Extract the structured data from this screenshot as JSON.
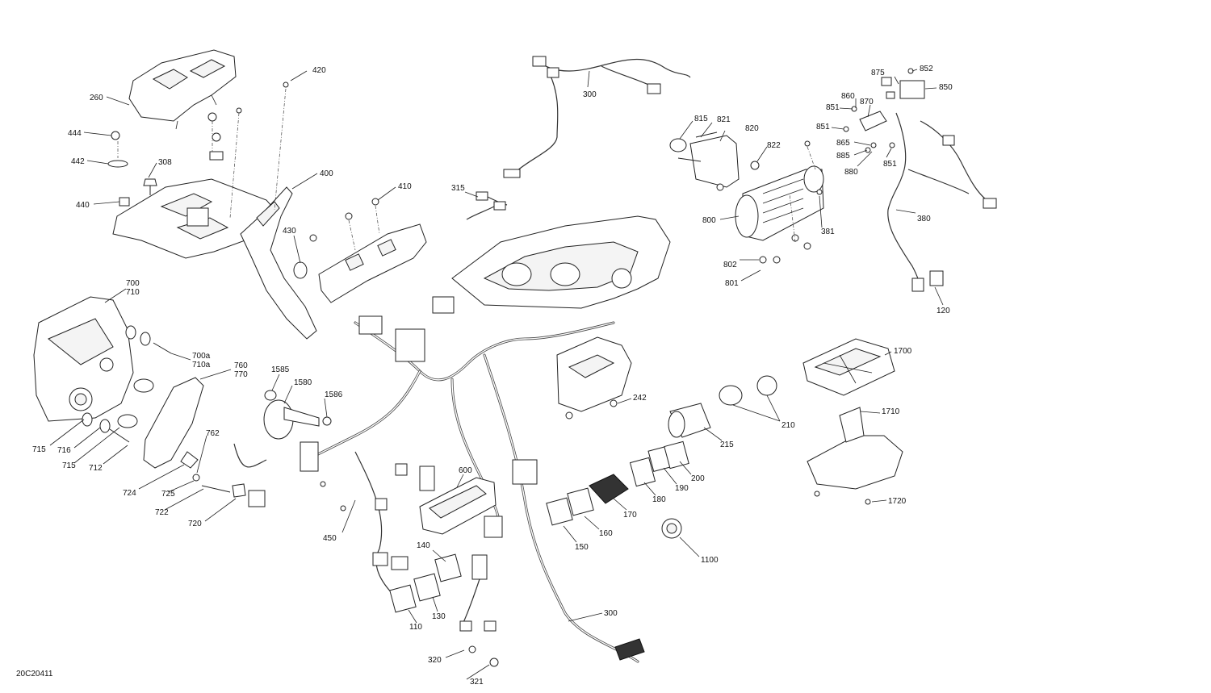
{
  "diagram_code": "20C20411",
  "callouts": [
    {
      "id": "260",
      "label": "260"
    },
    {
      "id": "420",
      "label": "420"
    },
    {
      "id": "444",
      "label": "444"
    },
    {
      "id": "442",
      "label": "442"
    },
    {
      "id": "308",
      "label": "308"
    },
    {
      "id": "400",
      "label": "400"
    },
    {
      "id": "440",
      "label": "440"
    },
    {
      "id": "430",
      "label": "430"
    },
    {
      "id": "410",
      "label": "410"
    },
    {
      "id": "300a",
      "label": "300"
    },
    {
      "id": "315",
      "label": "315"
    },
    {
      "id": "815",
      "label": "815"
    },
    {
      "id": "821",
      "label": "821"
    },
    {
      "id": "820",
      "label": "820"
    },
    {
      "id": "822",
      "label": "822"
    },
    {
      "id": "800",
      "label": "800"
    },
    {
      "id": "381",
      "label": "381"
    },
    {
      "id": "802",
      "label": "802"
    },
    {
      "id": "801",
      "label": "801"
    },
    {
      "id": "875",
      "label": "875"
    },
    {
      "id": "852",
      "label": "852"
    },
    {
      "id": "850",
      "label": "850"
    },
    {
      "id": "860",
      "label": "860"
    },
    {
      "id": "870",
      "label": "870"
    },
    {
      "id": "851a",
      "label": "851"
    },
    {
      "id": "851b",
      "label": "851"
    },
    {
      "id": "865",
      "label": "865"
    },
    {
      "id": "885",
      "label": "885"
    },
    {
      "id": "880",
      "label": "880"
    },
    {
      "id": "851c",
      "label": "851"
    },
    {
      "id": "380",
      "label": "380"
    },
    {
      "id": "120",
      "label": "120"
    },
    {
      "id": "700",
      "label": "700"
    },
    {
      "id": "710",
      "label": "710"
    },
    {
      "id": "700a",
      "label": "700a"
    },
    {
      "id": "710a",
      "label": "710a"
    },
    {
      "id": "760",
      "label": "760"
    },
    {
      "id": "770",
      "label": "770"
    },
    {
      "id": "1585",
      "label": "1585"
    },
    {
      "id": "1580",
      "label": "1580"
    },
    {
      "id": "1586",
      "label": "1586"
    },
    {
      "id": "242",
      "label": "242"
    },
    {
      "id": "1700",
      "label": "1700"
    },
    {
      "id": "1710",
      "label": "1710"
    },
    {
      "id": "210",
      "label": "210"
    },
    {
      "id": "215",
      "label": "215"
    },
    {
      "id": "200",
      "label": "200"
    },
    {
      "id": "190",
      "label": "190"
    },
    {
      "id": "180",
      "label": "180"
    },
    {
      "id": "170",
      "label": "170"
    },
    {
      "id": "160",
      "label": "160"
    },
    {
      "id": "150",
      "label": "150"
    },
    {
      "id": "600",
      "label": "600"
    },
    {
      "id": "762",
      "label": "762"
    },
    {
      "id": "715a",
      "label": "715"
    },
    {
      "id": "716",
      "label": "716"
    },
    {
      "id": "715b",
      "label": "715"
    },
    {
      "id": "712",
      "label": "712"
    },
    {
      "id": "724",
      "label": "724"
    },
    {
      "id": "725",
      "label": "725"
    },
    {
      "id": "722",
      "label": "722"
    },
    {
      "id": "720",
      "label": "720"
    },
    {
      "id": "450",
      "label": "450"
    },
    {
      "id": "140",
      "label": "140"
    },
    {
      "id": "130",
      "label": "130"
    },
    {
      "id": "110",
      "label": "110"
    },
    {
      "id": "300b",
      "label": "300"
    },
    {
      "id": "320",
      "label": "320"
    },
    {
      "id": "321",
      "label": "321"
    },
    {
      "id": "1100",
      "label": "1100"
    },
    {
      "id": "1720",
      "label": "1720"
    }
  ]
}
